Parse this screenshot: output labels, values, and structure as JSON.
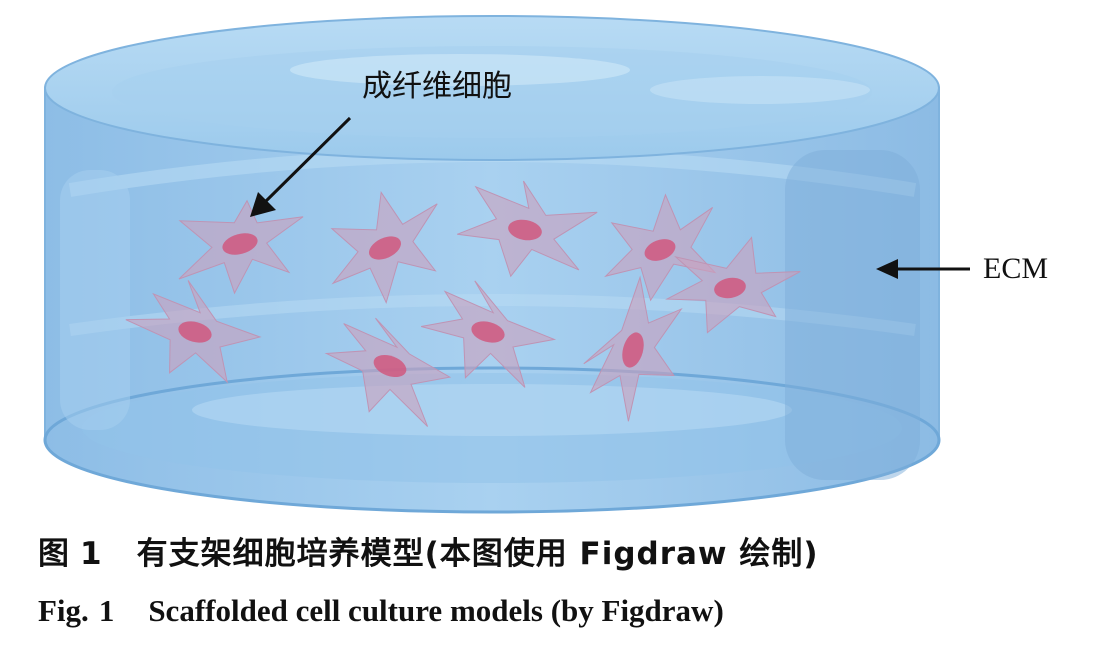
{
  "labels": {
    "cell": "成纤维细胞",
    "ecm": "ECM"
  },
  "caption": {
    "cn_prefix": "图",
    "cn_number": "1",
    "cn_text": "有支架细胞培养模型(本图使用 Figdraw 绘制)",
    "en_prefix": "Fig.",
    "en_number": "1",
    "en_text": "Scaffolded cell culture models (by Figdraw)"
  },
  "colors": {
    "gel_body": "#9cc8ec",
    "gel_rim": "#7fb5e0",
    "cell_body": "#c9a1bf",
    "cell_nucleus": "#d0587f",
    "text": "#111111"
  }
}
